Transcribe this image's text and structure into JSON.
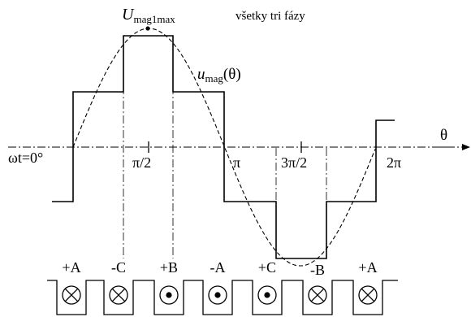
{
  "labels": {
    "title": "všetky tri fázy",
    "peak_main": "U",
    "peak_sub": "mag1max",
    "curve_main": "u",
    "curve_sub": "mag",
    "curve_arg": "(θ)",
    "axis_var": "θ",
    "origin": "ωt=0°",
    "tick_half_pi": "π/2",
    "tick_pi": "π",
    "tick_three_half_pi": "3π/2",
    "tick_two_pi": "2π"
  },
  "slots": [
    {
      "phase": "+A",
      "conductor": "cross"
    },
    {
      "phase": "-C",
      "conductor": "cross"
    },
    {
      "phase": "+B",
      "conductor": "dot"
    },
    {
      "phase": "-A",
      "conductor": "dot"
    },
    {
      "phase": "+C",
      "conductor": "dot"
    },
    {
      "phase": "-B",
      "conductor": "cross"
    },
    {
      "phase": "+A",
      "conductor": "cross"
    }
  ],
  "colors": {
    "ink": "#000000",
    "background": "#ffffff"
  }
}
